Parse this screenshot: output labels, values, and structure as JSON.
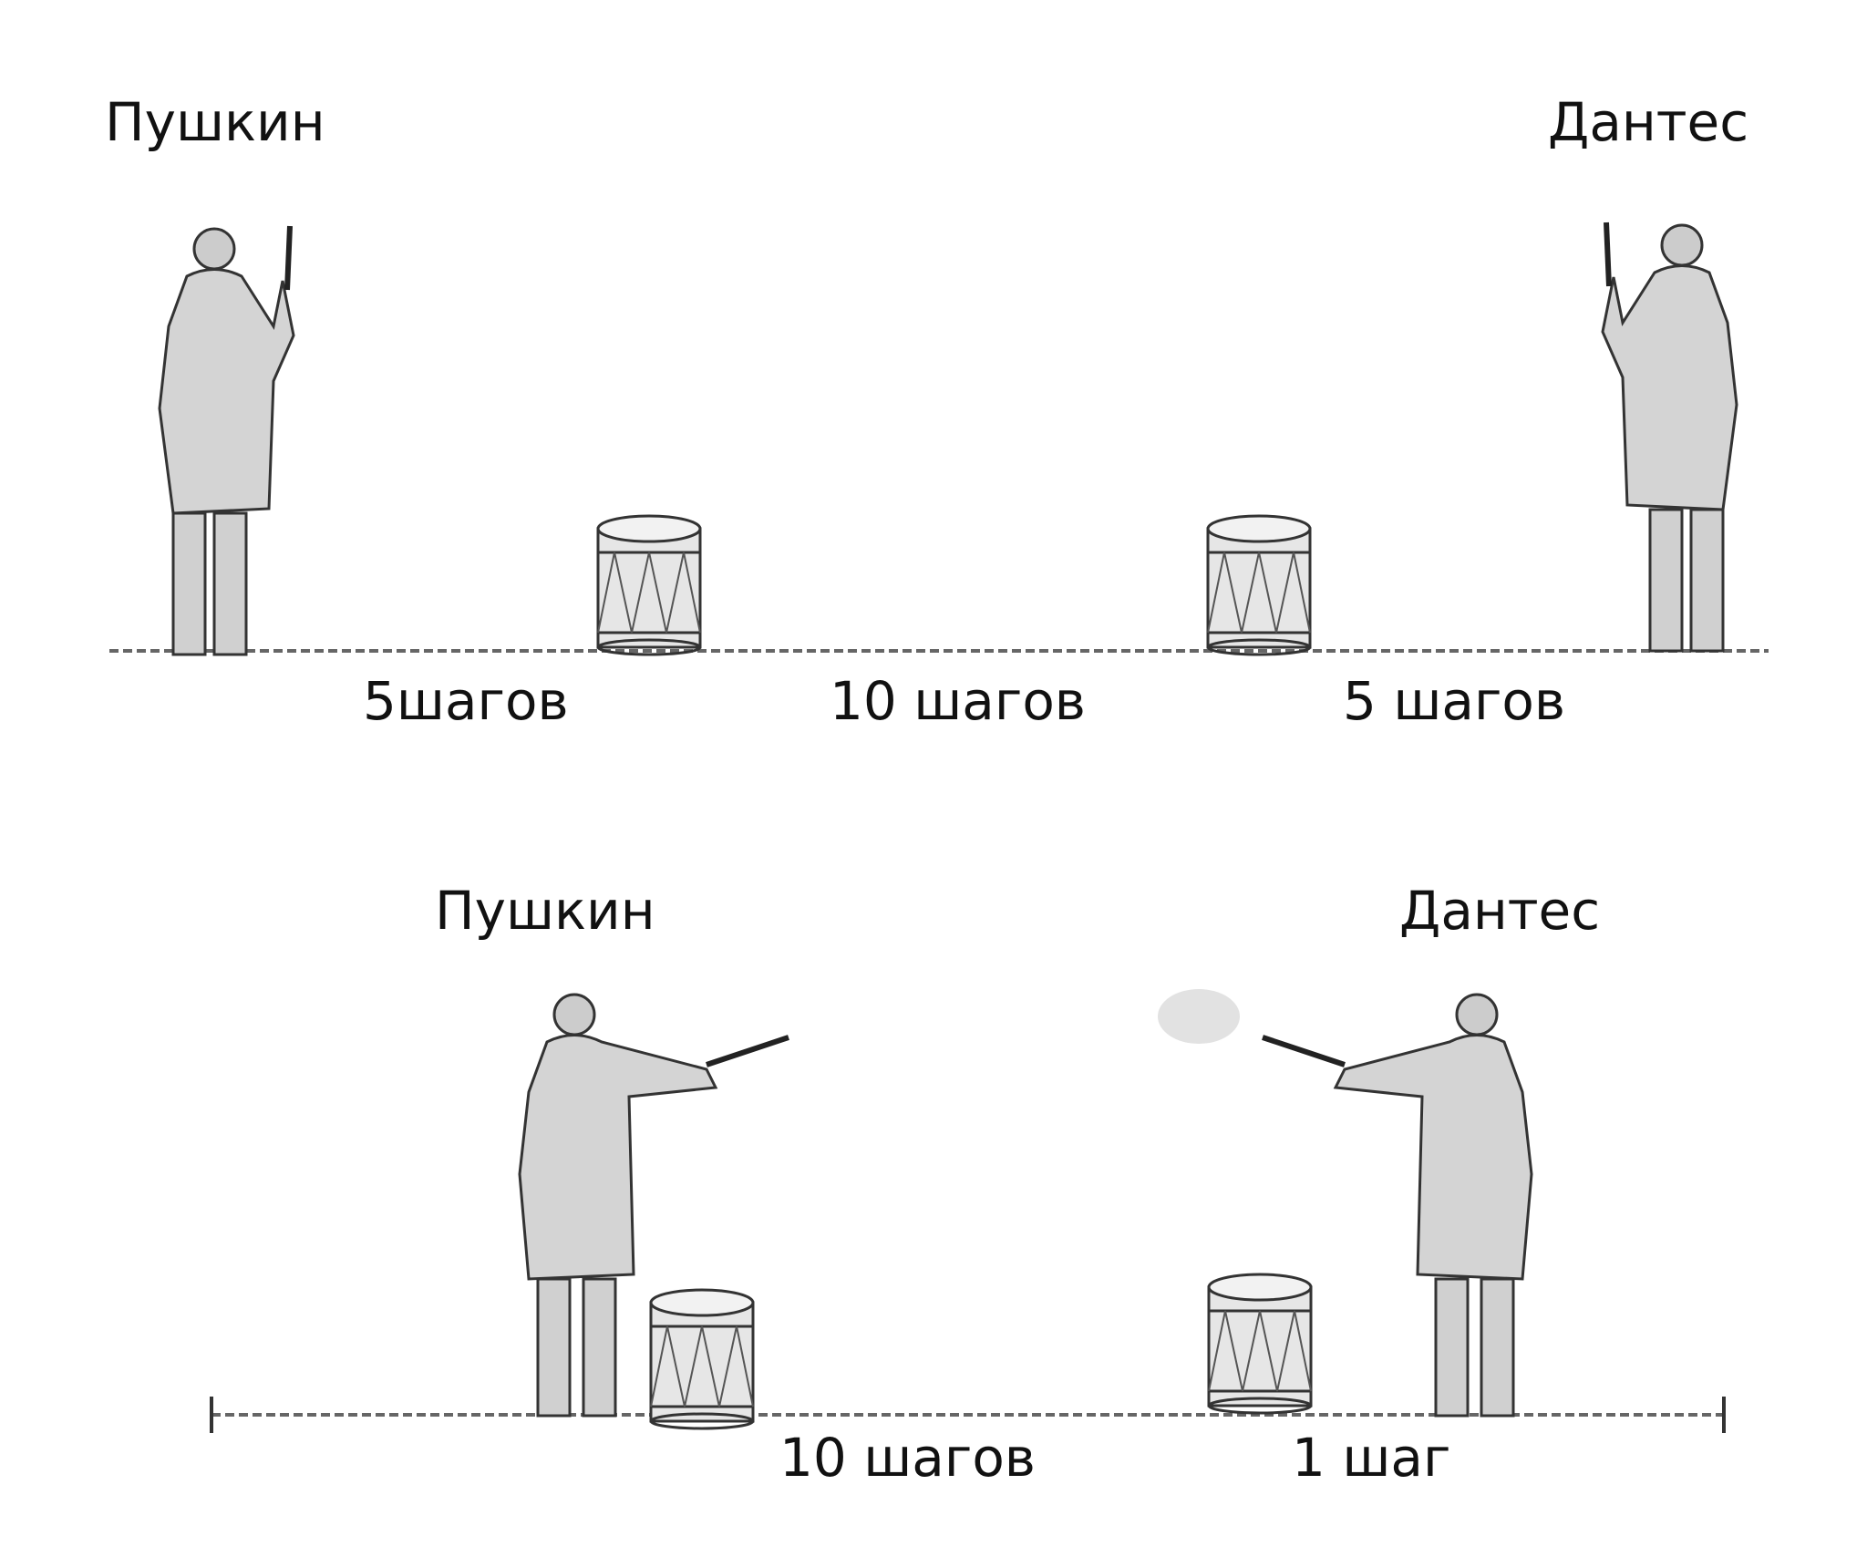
{
  "scene1": {
    "left_name": "Пушкин",
    "right_name": "Дантес",
    "distances": [
      "5шагов",
      "10 шагов",
      "5 шагов"
    ]
  },
  "scene2": {
    "left_name": "Пушкин",
    "right_name": "Дантес",
    "distances": [
      "10 шагов",
      "1 шаг"
    ]
  },
  "colors": {
    "figure": "#d4d4d4",
    "outline": "#333333",
    "line": "#666666"
  }
}
